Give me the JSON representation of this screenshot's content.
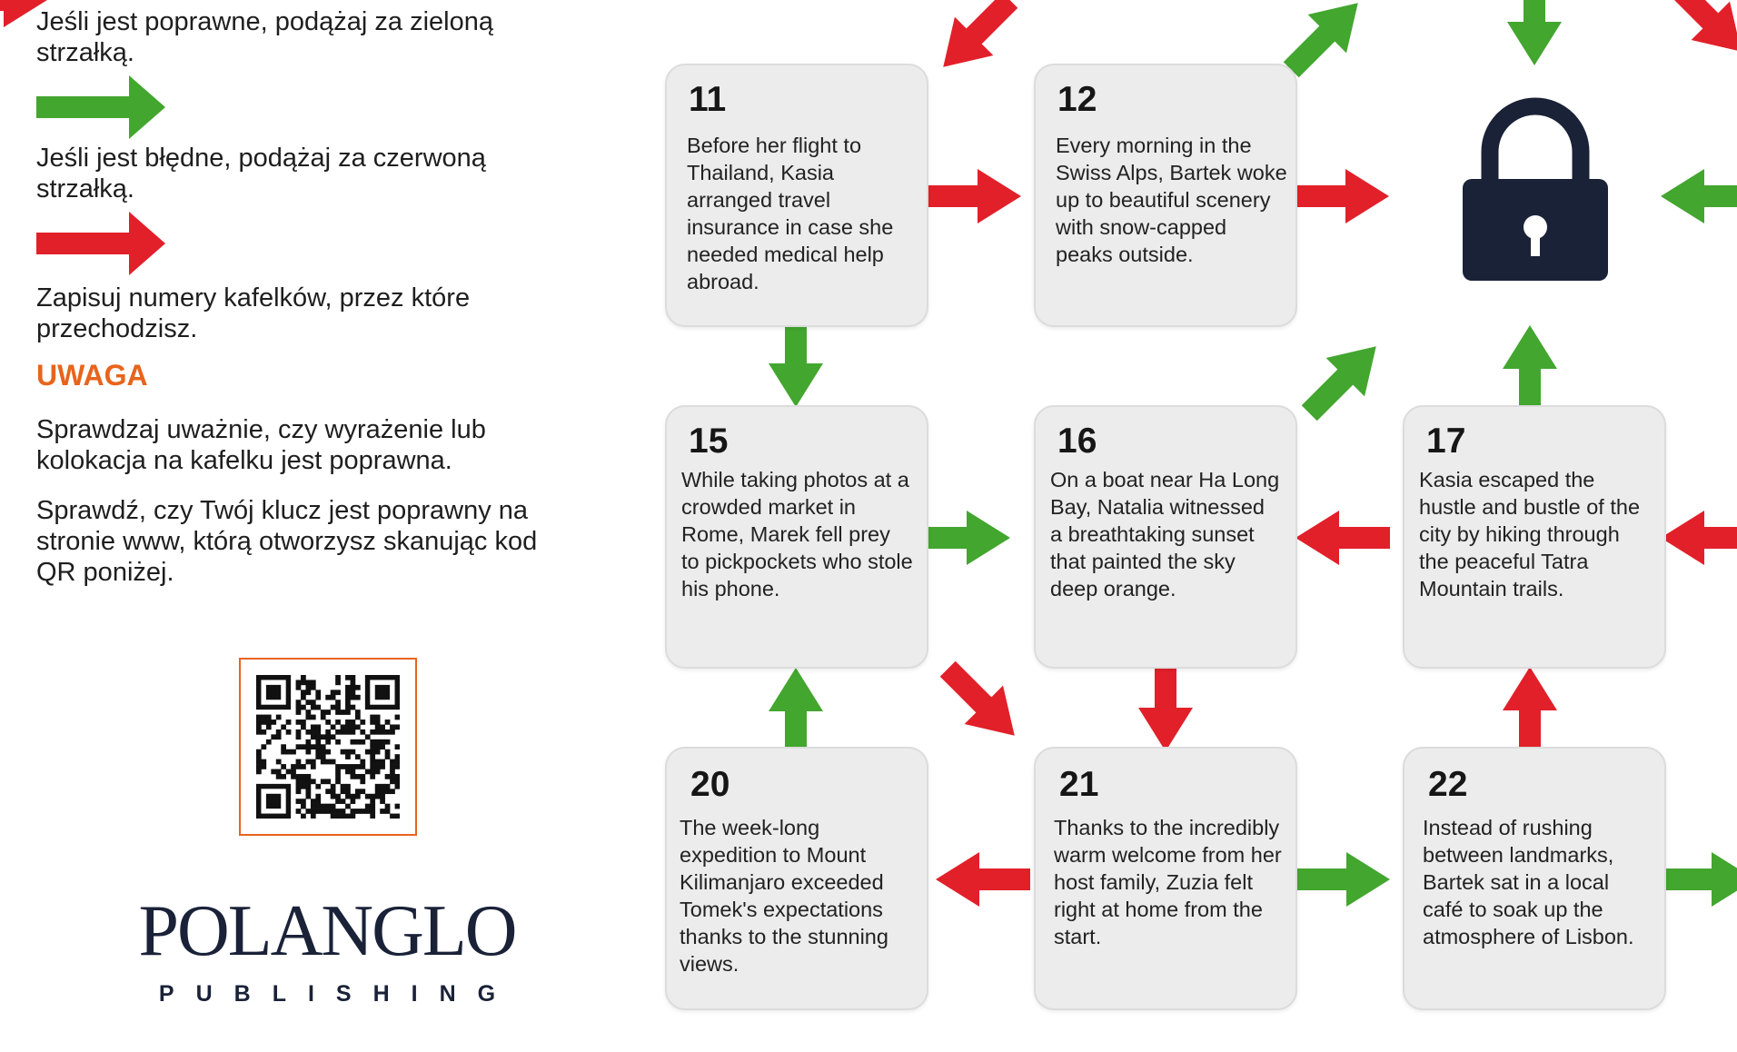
{
  "instructions": {
    "correct": "Jeśli jest poprawne, podążaj za zieloną strzałką.",
    "wrong": "Jeśli jest błędne, podążaj za czerwoną strzałką.",
    "record": "Zapisuj numery kafelków, przez które przechodzisz.",
    "warning_title": "UWAGA",
    "warning_text": "Sprawdzaj uważnie, czy wyrażenie lub kolokacja na kafelku jest poprawna.",
    "verify": "Sprawdź, czy Twój klucz jest poprawny na stronie www, którą otworzysz skanując kod QR poniżej."
  },
  "publisher": {
    "name": "POLANGLO",
    "sub": "PUBLISHING"
  },
  "colors": {
    "green_arrow": "#43a62f",
    "red_arrow": "#e2202a",
    "accent": "#e8641c",
    "lock": "#1a2238"
  },
  "tiles": [
    {
      "number": "11",
      "text": "Before her flight to Thailand, Kasia arranged travel insurance in case she needed medical help abroad."
    },
    {
      "number": "12",
      "text": "Every morning in the Swiss Alps, Bartek woke up to beautiful scenery with snow-capped peaks outside."
    },
    {
      "number": "15",
      "text": "While taking photos at a crowded market in Rome, Marek fell prey to pickpockets who stole his phone."
    },
    {
      "number": "16",
      "text": "On a boat near Ha Long Bay, Natalia witnessed a breathtaking sunset that painted the sky deep orange."
    },
    {
      "number": "17",
      "text": "Kasia escaped the hustle and bustle of the city by hiking through the peaceful Tatra Mountain trails."
    },
    {
      "number": "20",
      "text": "The week-long expedition to Mount Kilimanjaro exceeded Tomek's expectations thanks to the stunning views."
    },
    {
      "number": "21",
      "text": "Thanks to the incredibly warm welcome from her host family, Zuzia felt right at home from the start."
    },
    {
      "number": "22",
      "text": "Instead of rushing between landmarks, Bartek sat in a local café to soak up the atmosphere of Lisbon."
    }
  ],
  "icons": {
    "lock": "lock-icon",
    "qr": "qr-code-icon"
  }
}
